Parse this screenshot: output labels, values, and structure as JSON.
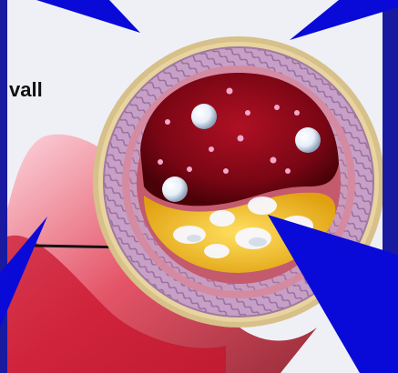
{
  "labels": {
    "wall_fragment": "vall"
  },
  "colors": {
    "background_blue": "#1a1aa0",
    "pointer_blue": "#0a0ad8",
    "blood_red": "#8a0a18",
    "plaque_yellow": "#f2c21a",
    "outer_wall_tan": "#d8c08a",
    "wall_layer_pink": "#c9a0c8"
  },
  "icons": {
    "pointer_arrows": "callout-triangle",
    "blood_cells": "white-sphere"
  }
}
